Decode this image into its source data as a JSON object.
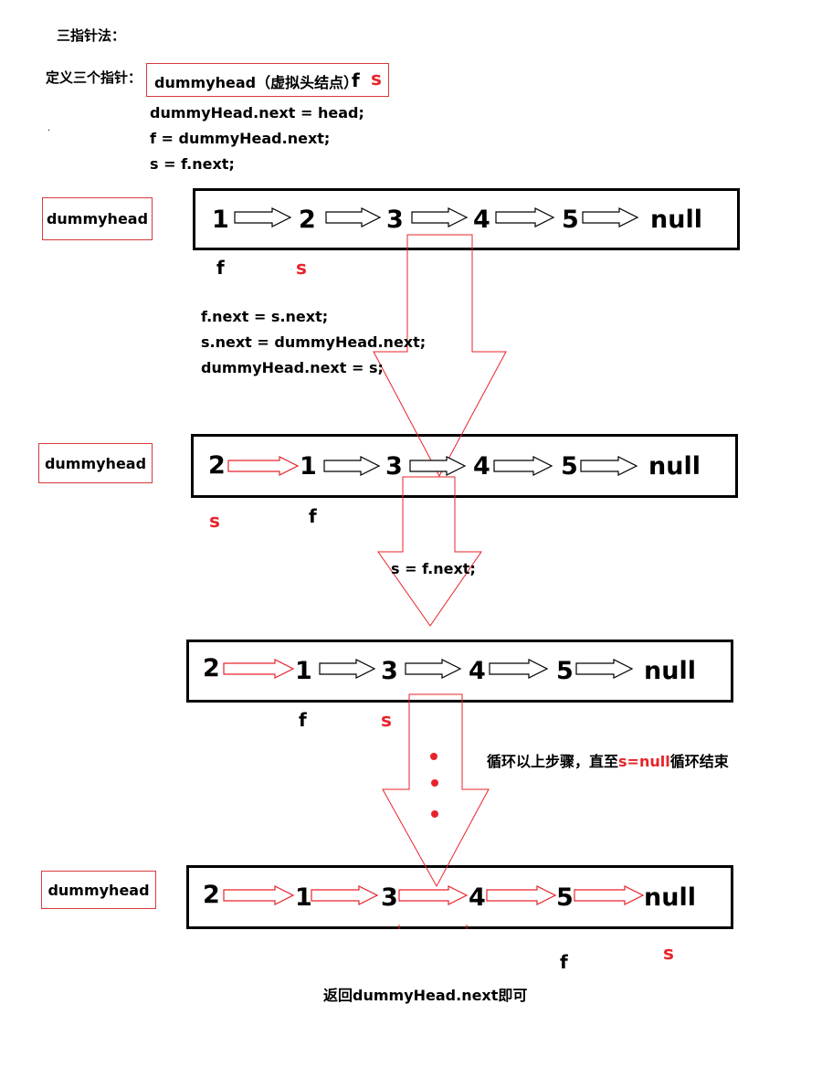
{
  "heading": "三指针法：",
  "define_label": "定义三个指针：",
  "pointer_box": {
    "dummy": "dummyhead（虚拟头结点）",
    "f": "f",
    "s": "s"
  },
  "init_code": [
    "dummyHead.next = head;",
    "f = dummyHead.next;",
    "s = f.next;"
  ],
  "dummy_label": "dummyhead",
  "step1": {
    "nodes": [
      "1",
      "2",
      "3",
      "4",
      "5",
      "null"
    ],
    "f_label": "f",
    "s_label": "s"
  },
  "swap_code": [
    "f.next = s.next;",
    "s.next = dummyHead.next;",
    "dummyHead.next = s;"
  ],
  "step2": {
    "nodes": [
      "2",
      "1",
      "3",
      "4",
      "5",
      "null"
    ],
    "s_label": "s",
    "f_label": "f"
  },
  "advance_code": "s = f.next;",
  "step3": {
    "nodes": [
      "2",
      "1",
      "3",
      "4",
      "5",
      "null"
    ],
    "f_label": "f",
    "s_label": "s"
  },
  "loop_note": {
    "prefix": "循环以上步骤，直至",
    "highlight": "s=null",
    "suffix": "循环结束"
  },
  "step4": {
    "nodes": [
      "2",
      "1",
      "3",
      "4",
      "5",
      "null"
    ],
    "f_label": "f",
    "s_label": "s"
  },
  "return_note": "返回dummyHead.next即可",
  "colors": {
    "accent": "#e8232a",
    "border": "#000000"
  }
}
